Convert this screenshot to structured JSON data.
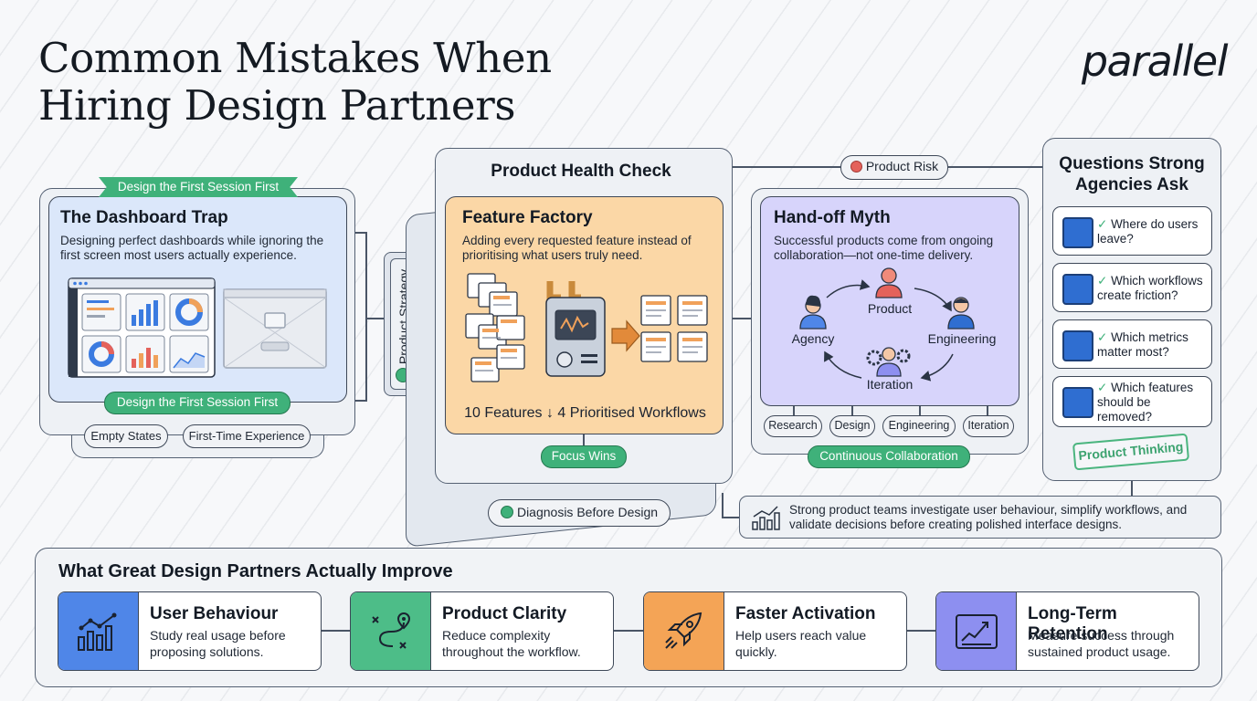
{
  "title": "Common Mistakes When Hiring Design Partners",
  "logo": "parallel",
  "dashboard_trap": {
    "ribbon": "Design the First Session First",
    "title": "The Dashboard Trap",
    "desc": "Designing perfect dashboards while ignoring the first screen most users actually experience.",
    "pill": "Design the First Session First",
    "tags": [
      "Empty States",
      "First-Time Experience"
    ]
  },
  "product_strategy_label": "Product Strategy",
  "health_check": {
    "title": "Product Health Check",
    "feature_factory": {
      "title": "Feature Factory",
      "desc": "Adding every requested feature instead of prioritising what users truly need.",
      "stat": "10 Features ↓ 4 Prioritised Workflows"
    },
    "focus_pill": "Focus Wins",
    "diagnosis_pill": "Diagnosis Before Design"
  },
  "product_risk": "Product Risk",
  "handoff": {
    "title": "Hand-off Myth",
    "desc": "Successful products come from ongoing collaboration—not one-time delivery.",
    "roles": {
      "product": "Product",
      "agency": "Agency",
      "engineering": "Engineering",
      "iteration": "Iteration"
    },
    "tags": [
      "Research",
      "Design",
      "Engineering",
      "Iteration"
    ],
    "pill": "Continuous Collaboration"
  },
  "questions": {
    "title": "Questions Strong Agencies Ask",
    "items": [
      "Where do users leave?",
      "Which workflows create friction?",
      "Which metrics matter most?",
      "Which features should be removed?"
    ],
    "stamp": "Product Thinking"
  },
  "insight": "Strong product teams investigate user behaviour, simplify workflows, and validate decisions before creating polished interface designs.",
  "improve": {
    "title": "What Great Design Partners Actually Improve",
    "cards": [
      {
        "title": "User Behaviour",
        "desc": "Study real usage before proposing solutions.",
        "icon": "chart-network-icon",
        "color": "#4f86e8"
      },
      {
        "title": "Product Clarity",
        "desc": "Reduce complexity throughout the workflow.",
        "icon": "route-icon",
        "color": "#4dbd88"
      },
      {
        "title": "Faster Activation",
        "desc": "Help users reach value quickly.",
        "icon": "rocket-icon",
        "color": "#f4a456"
      },
      {
        "title": "Long-Term Retention",
        "desc": "Measure success through sustained product usage.",
        "icon": "growth-chart-icon",
        "color": "#8d8ff0"
      }
    ]
  },
  "colors": {
    "green": "#3fb17a",
    "blue_card": "#dce8fb",
    "orange_card": "#fbd7a6",
    "purple_card": "#d7d4fb",
    "risk_dot": "#e4625b"
  }
}
